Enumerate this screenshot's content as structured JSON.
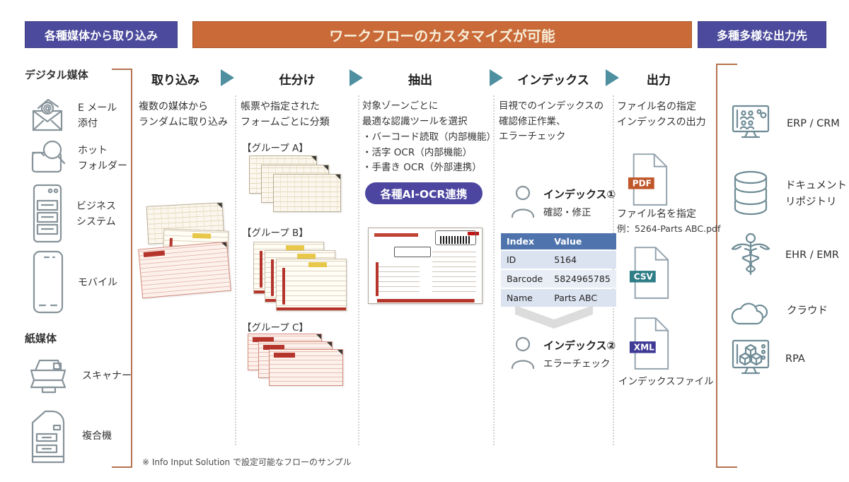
{
  "colors": {
    "header_purple": "#4b4a9c",
    "header_orange": "#c96a38",
    "arrow_teal": "#4e8fa0",
    "button_purple": "#4c46a0",
    "table_header_blue": "#4f74ad",
    "pdf_orange": "#c0572b",
    "csv_teal": "#2f7d87",
    "xml_purple": "#3f3a96",
    "bracket_brown": "#b5714e"
  },
  "header": {
    "left": "各種媒体から取り込み",
    "center": "ワークフローのカスタマイズが可能",
    "right": "多種多様な出力先"
  },
  "media": {
    "digital_heading": "デジタル媒体",
    "paper_heading": "紙媒体",
    "items": [
      {
        "icon": "email-attachment-icon",
        "line1": "E メール",
        "line2": "添付"
      },
      {
        "icon": "hot-folder-icon",
        "line1": "ホット",
        "line2": "フォルダー"
      },
      {
        "icon": "business-system-icon",
        "line1": "ビジネス",
        "line2": "システム"
      },
      {
        "icon": "mobile-icon",
        "line1": "モバイル",
        "line2": ""
      },
      {
        "icon": "scanner-icon",
        "line1": "スキャナー",
        "line2": ""
      },
      {
        "icon": "mfp-icon",
        "line1": "複合機",
        "line2": ""
      }
    ]
  },
  "steps": [
    "取り込み",
    "仕分け",
    "抽出",
    "インデックス",
    "出力"
  ],
  "intake": {
    "line1": "複数の媒体から",
    "line2": "ランダムに取り込み"
  },
  "sort": {
    "line1": "帳票や指定された",
    "line2": "フォームごとに分類",
    "group_a": "【グループ A】",
    "group_b": "【グループ B】",
    "group_c": "【グループ C】"
  },
  "extract": {
    "lines": [
      "対象ゾーンごとに",
      "最適な認識ツールを選択",
      "・バーコード読取（内部機能）",
      "・活字 OCR（内部機能）",
      "・手書き OCR（外部連携）"
    ],
    "button": "各種AI-OCR連携"
  },
  "index": {
    "lines": [
      "目視でのインデックスの",
      "確認修正作業、",
      "エラーチェック"
    ],
    "step1_title": "インデックス①",
    "step1_sub": "確認・修正",
    "table": {
      "headers": [
        "Index",
        "Value"
      ],
      "rows": [
        [
          "ID",
          "5164"
        ],
        [
          "Barcode",
          "5824965785"
        ],
        [
          "Name",
          "Parts ABC"
        ]
      ]
    },
    "step2_title": "インデックス②",
    "step2_sub": "エラーチェック"
  },
  "output": {
    "line1": "ファイル名の指定",
    "line2": "インデックスの出力",
    "pdf_label": "PDF",
    "pdf_caption": "ファイル名を指定",
    "pdf_example": "例：5264-Parts ABC.pdf",
    "csv_label": "CSV",
    "xml_label": "XML",
    "files_caption": "インデックスファイル"
  },
  "destinations": [
    {
      "icon": "erp-crm-monitor-icon",
      "line1": "ERP / CRM",
      "line2": ""
    },
    {
      "icon": "database-icon",
      "line1": "ドキュメント",
      "line2": "リポジトリ"
    },
    {
      "icon": "caduceus-icon",
      "line1": "EHR / EMR",
      "line2": ""
    },
    {
      "icon": "cloud-icon",
      "line1": "クラウド",
      "line2": ""
    },
    {
      "icon": "rpa-monitor-icon",
      "line1": "RPA",
      "line2": ""
    }
  ],
  "footnote": "※ Info Input Solution で設定可能なフローのサンプル"
}
